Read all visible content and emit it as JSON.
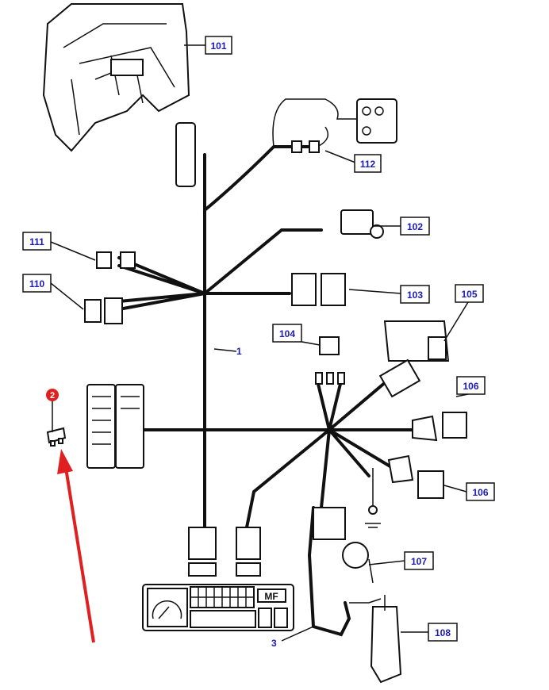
{
  "callouts": {
    "c101": "101",
    "c112": "112",
    "c102": "102",
    "c111": "111",
    "c110": "110",
    "c103": "103",
    "c105": "105",
    "c104": "104",
    "c106a": "106",
    "c106b": "106",
    "c107": "107",
    "c108": "108",
    "c1": "1",
    "c3": "3"
  },
  "highlight": {
    "badge": "2",
    "badge_color": "#e02020",
    "arrow_color": "#e02020"
  },
  "dashboard_logo": "MF",
  "label_text_color": "#1a1ab8"
}
